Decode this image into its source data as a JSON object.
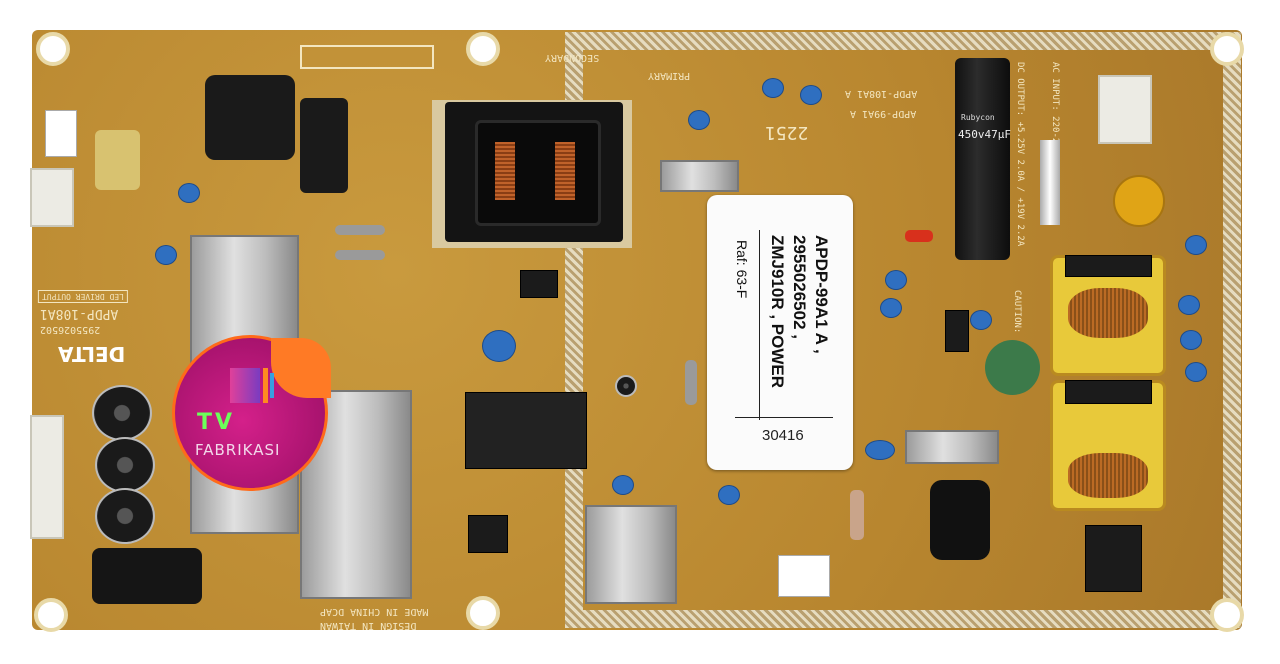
{
  "sticker_label": {
    "line1": "APDP-99A1 A ,",
    "line2": "2955026502 ,",
    "line3": "ZMJ910R , POWER",
    "ref": "Raf: 63-F",
    "code": "30416"
  },
  "logo": {
    "line1": "TV",
    "line2": "FABRIKASI"
  },
  "silkscreen": {
    "secondary": "SECONDARY",
    "primary": "PRIMARY",
    "model_108": "APDP-108A1 A",
    "model_99": "APDP-99A1 A",
    "date_code": "2251",
    "ac_input": "AC INPUT: 220-240V~",
    "dc_output": "DC OUTPUT: +5.25V 2.0A / +19V 2.2A",
    "led_driver": "LED DRIVER OUTPUT",
    "board_model": "APDP-108A1",
    "part_no": "2955026502",
    "brand": "DELTA",
    "made_in": "MADE IN CHINA DCAP",
    "design_in": "DESIGN IN TAIWAN",
    "caution": "CAUTION:",
    "cap_brand": "Rubycon",
    "cap_value": "450v47µF"
  },
  "colors": {
    "board": "#b8862f",
    "label": "#fbfbfb",
    "logo": "#c0187c",
    "logo_ring": "#ff6a1a"
  }
}
